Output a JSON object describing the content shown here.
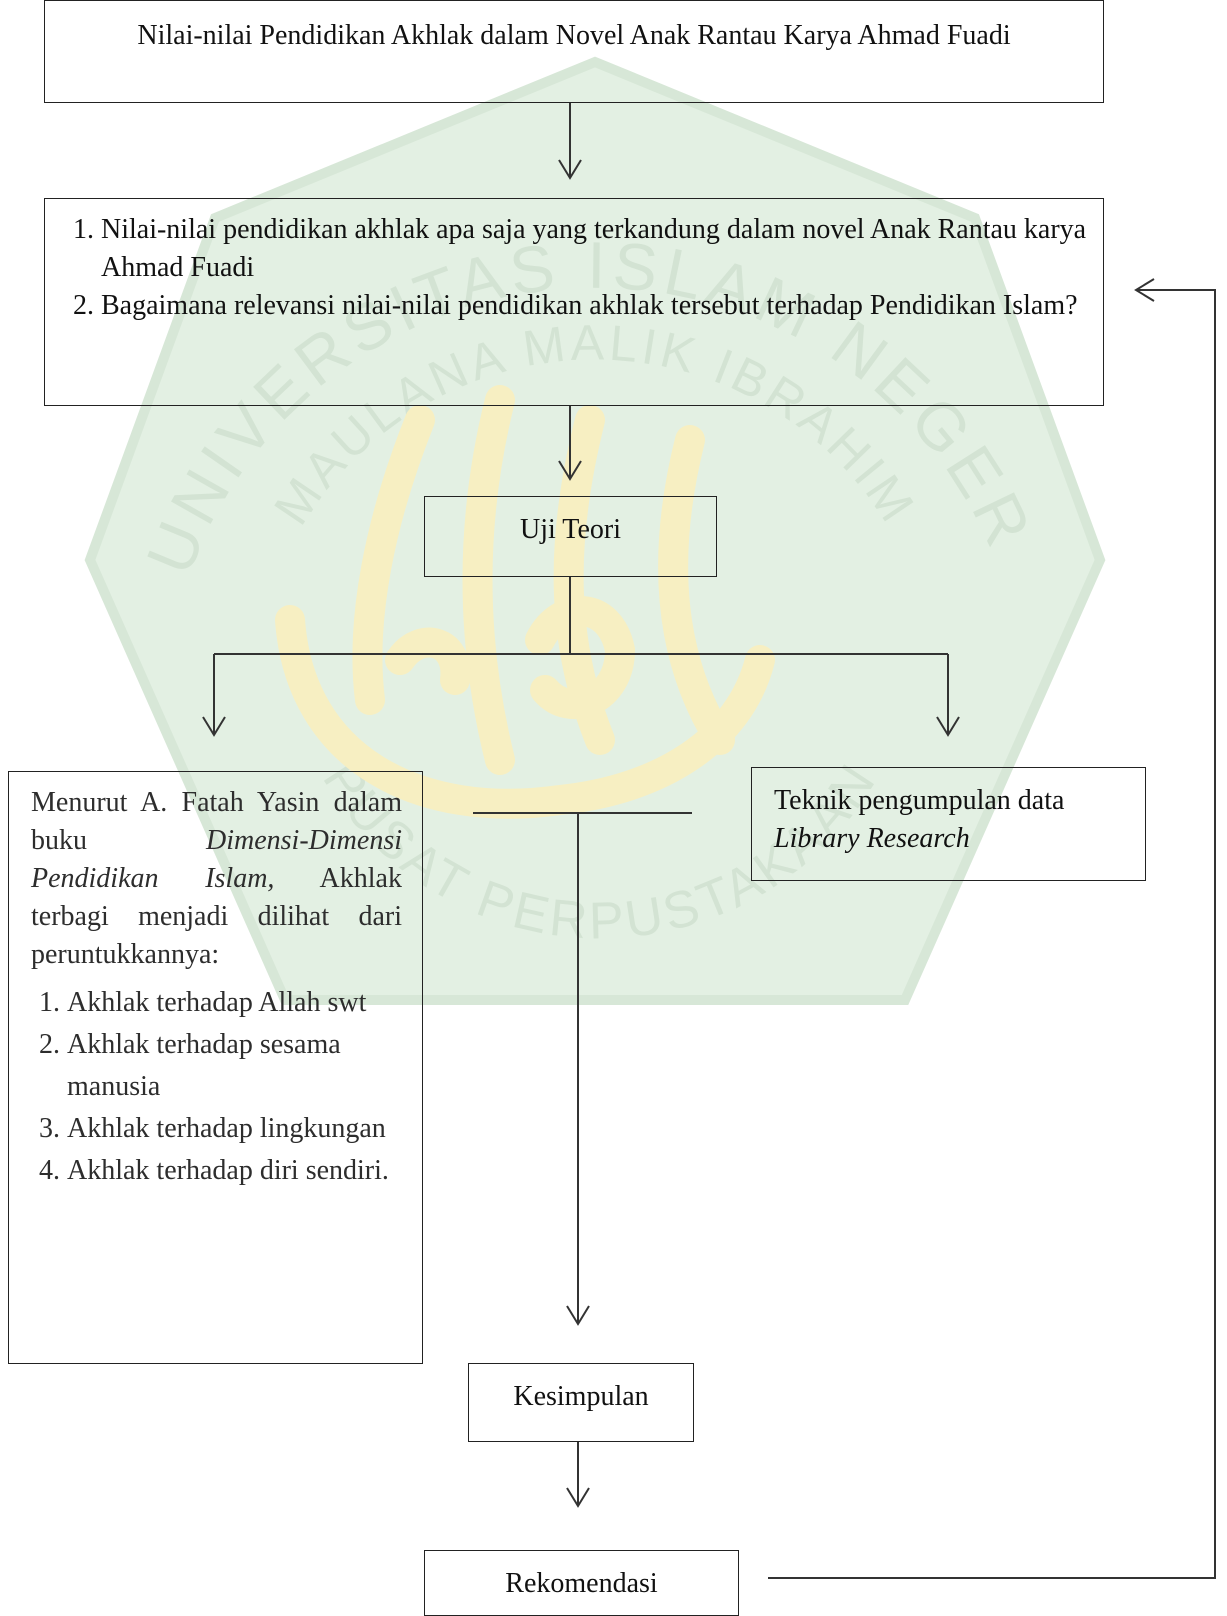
{
  "diagram": {
    "title": "Nilai-nilai Pendidikan Akhlak dalam Novel Anak Rantau Karya Ahmad Fuadi",
    "questions": [
      "Nilai-nilai pendidikan akhlak apa saja yang terkandung dalam novel Anak Rantau karya Ahmad Fuadi",
      "Bagaimana relevansi nilai-nilai pendidikan akhlak tersebut terhadap Pendidikan Islam?"
    ],
    "theory_test": "Uji Teori",
    "akhlak_source": {
      "intro_1": "Menurut A. Fatah Yasin dalam buku ",
      "book": "Dimensi-Dimensi Pendidikan Islam,",
      "intro_2": " Akhlak terbagi menjadi dilihat dari peruntukkannya:",
      "items": [
        "Akhlak terhadap Allah swt",
        "Akhlak terhadap sesama manusia",
        "Akhlak terhadap lingkungan",
        "Akhlak terhadap diri sendiri."
      ]
    },
    "technique": {
      "label": "Teknik pengumpulan data",
      "method": "Library Research"
    },
    "conclusion": "Kesimpulan",
    "recommendation": "Rekomendasi"
  },
  "watermark": {
    "arc_top": "UNIVERSITAS ISLAM NEGERI",
    "arc_mid": "MAULANA MALIK IBRAHIM",
    "arc_bottom": "PUSAT PERPUSTAKAAN",
    "colors": {
      "green": "#e3f0e3",
      "outline": "#d7e7d7",
      "gold": "#f7efc2"
    }
  }
}
